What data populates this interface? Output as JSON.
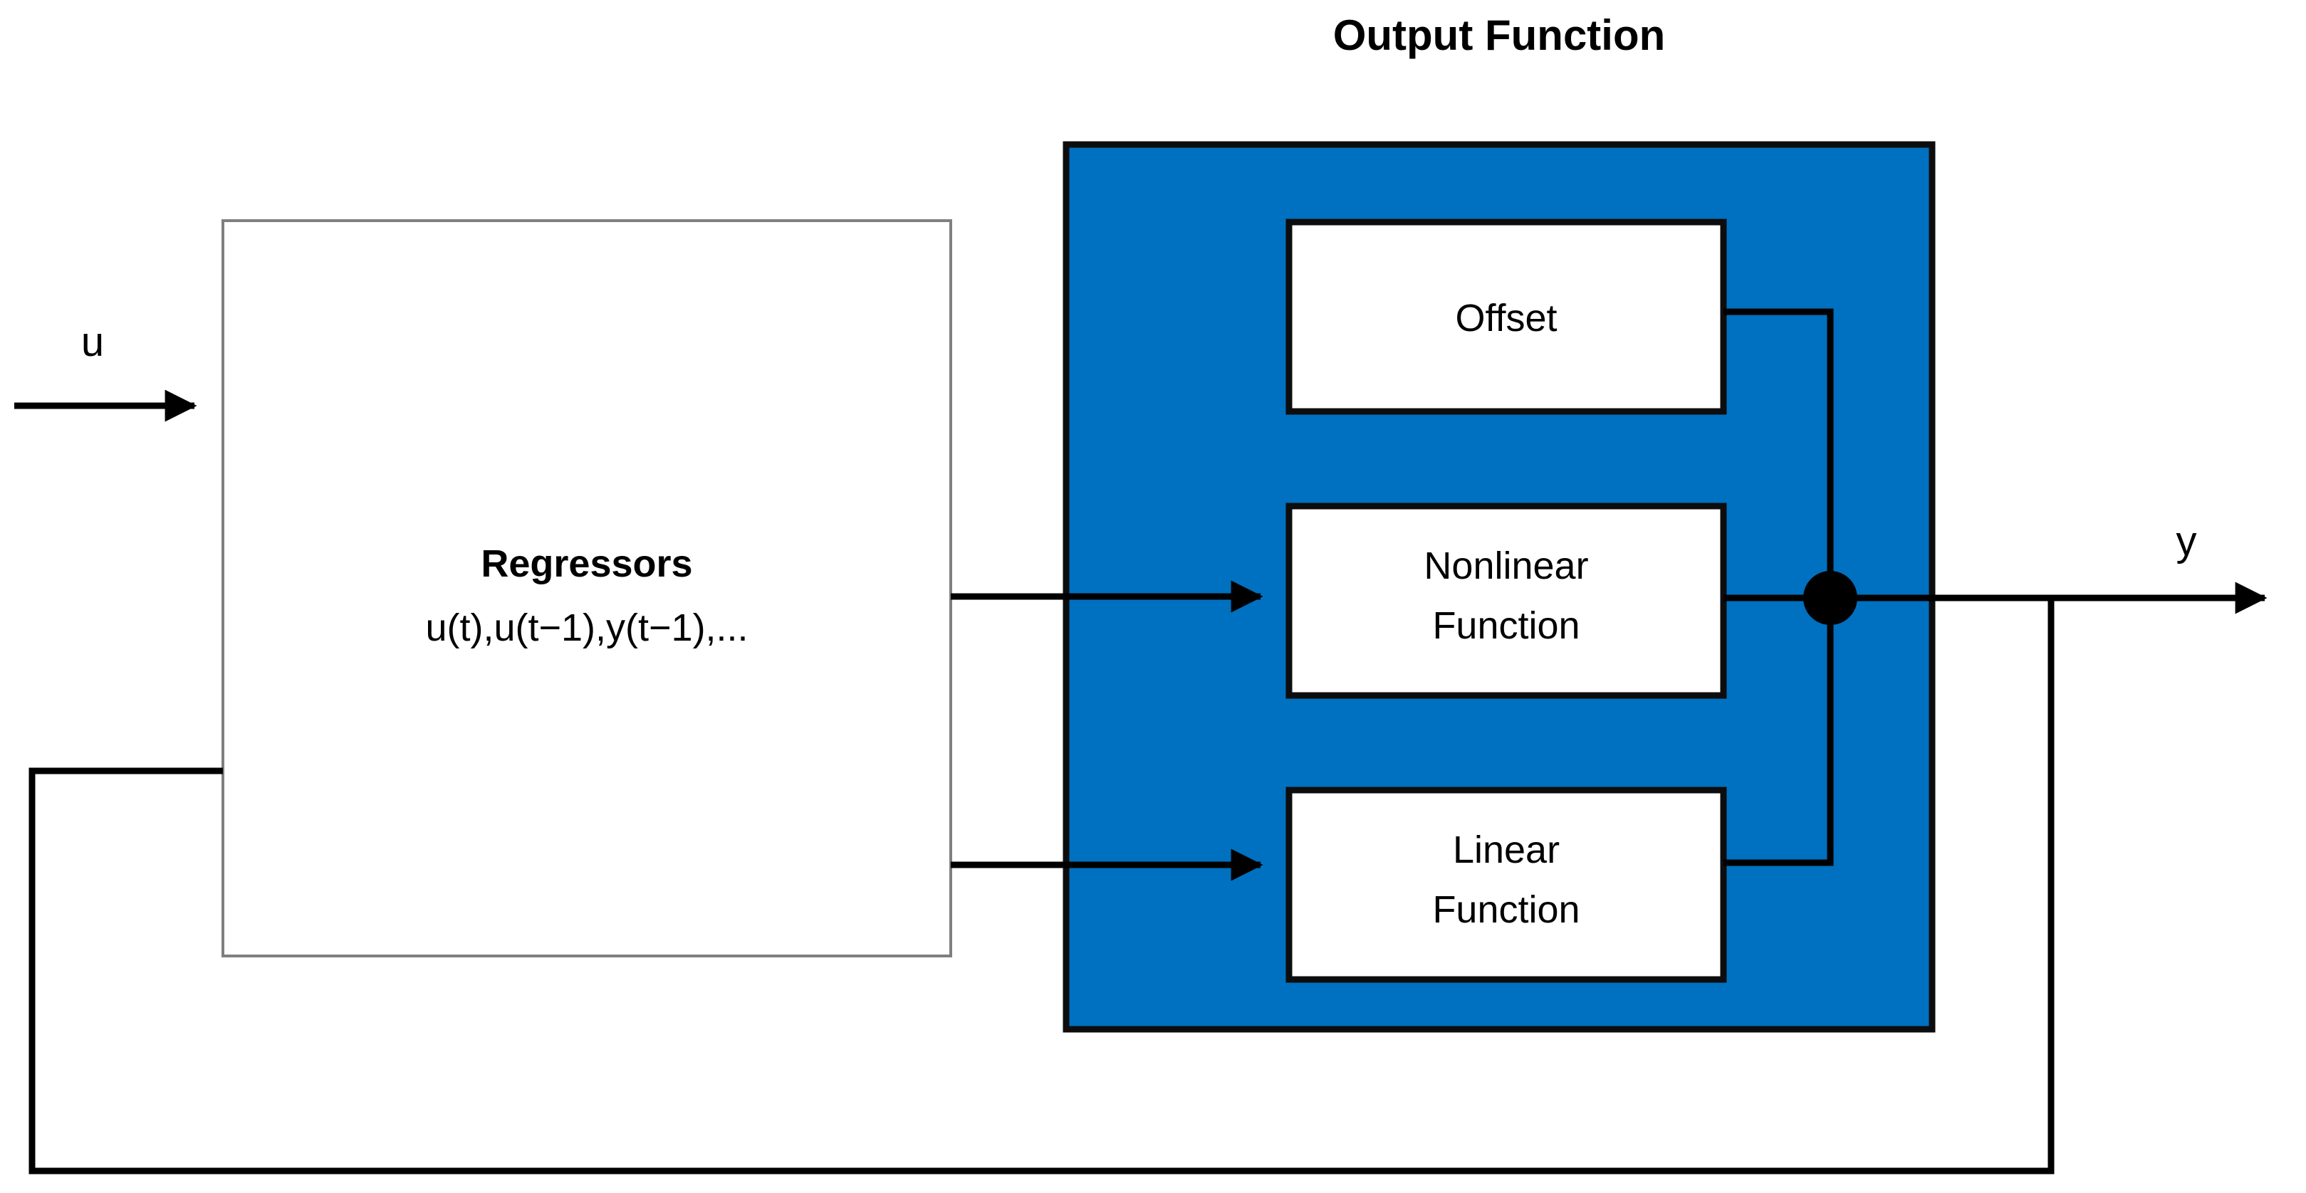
{
  "diagram": {
    "title": "Output Function",
    "background_color": "#FFFFFF",
    "accent_color": "#0070C0",
    "line_color": "#000000",
    "signals": {
      "input_label": "u",
      "output_label": "y"
    },
    "regressor_block": {
      "title": "Regressors",
      "expression": "u(t),u(t−1),y(t−1),...",
      "fill": "#FFFFFF",
      "border": "#7F7F7F"
    },
    "output_function_group": {
      "label": "Output Function",
      "fill": "#0070C0",
      "border": "#0D0D0D",
      "blocks": [
        {
          "id": "offset",
          "label_line1": "Offset",
          "label_line2": ""
        },
        {
          "id": "nonlinear",
          "label_line1": "Nonlinear",
          "label_line2": "Function"
        },
        {
          "id": "linear",
          "label_line1": "Linear",
          "label_line2": "Function"
        }
      ]
    },
    "junction": {
      "name": "summation-node",
      "shape": "filled-circle",
      "color": "#000000"
    },
    "connections": [
      {
        "from": "input-u",
        "to": "regressors",
        "arrow": true
      },
      {
        "from": "regressors",
        "to": "nonlinear",
        "arrow": true
      },
      {
        "from": "regressors",
        "to": "linear",
        "arrow": true
      },
      {
        "from": "offset",
        "to": "summation-node",
        "arrow": false
      },
      {
        "from": "nonlinear",
        "to": "summation-node",
        "arrow": false
      },
      {
        "from": "linear",
        "to": "summation-node",
        "arrow": false
      },
      {
        "from": "summation-node",
        "to": "output-y",
        "arrow": true
      },
      {
        "from": "output-y",
        "to": "regressors",
        "arrow": false,
        "kind": "feedback"
      }
    ]
  }
}
